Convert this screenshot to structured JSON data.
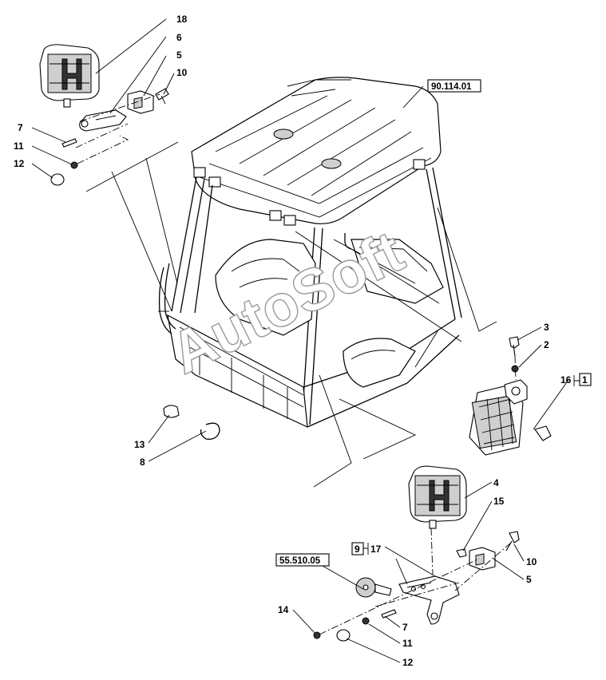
{
  "labels": {
    "l18": "18",
    "l6": "6",
    "l5a": "5",
    "l10a": "10",
    "l7a": "7",
    "l11a": "11",
    "l12a": "12",
    "l3": "3",
    "l2": "2",
    "l16": "16",
    "l1": "1",
    "l13": "13",
    "l8": "8",
    "l4": "4",
    "l15": "15",
    "l9": "9",
    "l17": "17",
    "l10b": "10",
    "l5b": "5",
    "l14": "14",
    "l7b": "7",
    "l11b": "11",
    "l12b": "12"
  },
  "references": {
    "cab_ref": "90.114.01",
    "bracket_ref": "55.510.05"
  },
  "watermark": "AutoSoft"
}
